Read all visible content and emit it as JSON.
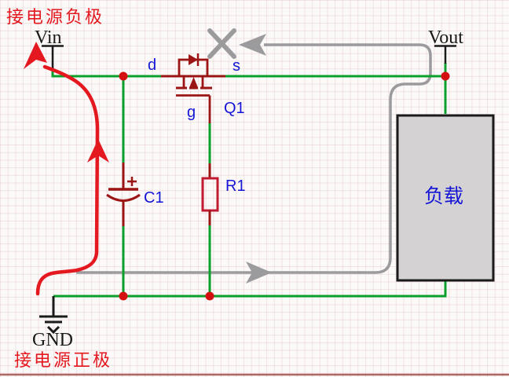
{
  "annotations": {
    "top_note": "接电源负极",
    "bottom_note": "接电源正极"
  },
  "terminals": {
    "vin": "Vin",
    "vout": "Vout",
    "gnd": "GND"
  },
  "components": {
    "mosfet": {
      "ref": "Q1",
      "pin_drain": "d",
      "pin_source": "s",
      "pin_gate": "g"
    },
    "capacitor": {
      "ref": "C1",
      "polarity": "+"
    },
    "resistor": {
      "ref": "R1"
    },
    "load": {
      "label": "负载"
    }
  },
  "colors": {
    "wire_green": "#0aa02c",
    "component_dark_red": "#9c1515",
    "resistor_red": "#c01b30",
    "highlight_red": "#e4181f",
    "blocked_gray": "#9b9b9d",
    "label_blue": "#1515d6",
    "junction_red": "#d40f0f",
    "load_fill": "#d4d2d2",
    "terminal_black": "#1a1a1a",
    "background": "#fcf9f9"
  }
}
